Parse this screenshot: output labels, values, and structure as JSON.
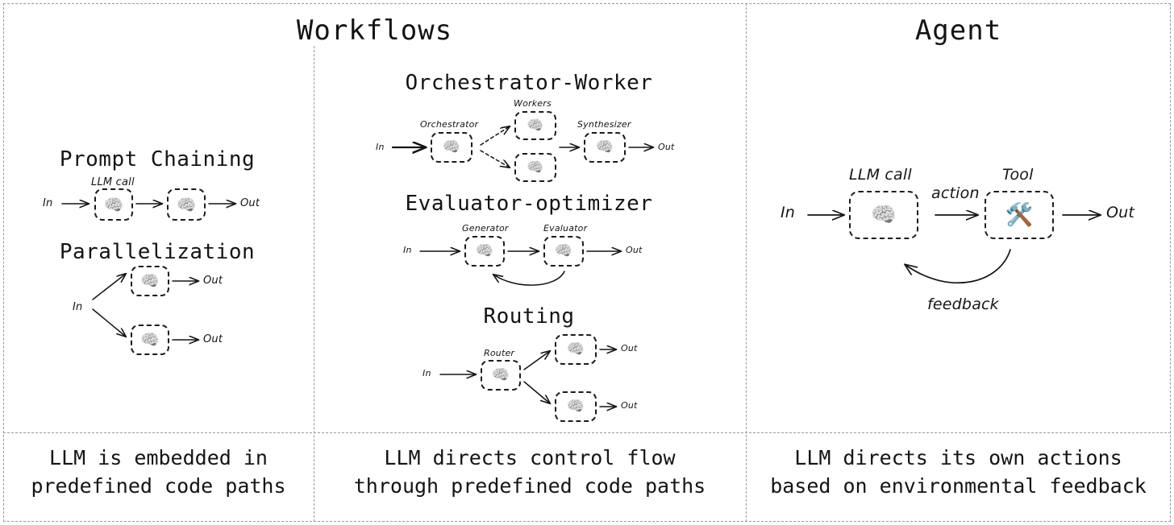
{
  "columns": [
    {
      "title": "Workflows",
      "caption": "LLM is embedded in\npredefined code paths"
    },
    {
      "title": "Workflows",
      "caption": "LLM directs control flow\nthrough predefined code paths"
    },
    {
      "title": "Agent",
      "caption": "LLM directs its own actions\nbased on environmental feedback"
    }
  ],
  "patterns": {
    "prompt_chaining": "Prompt Chaining",
    "parallelization": "Parallelization",
    "orchestrator_worker": "Orchestrator-Worker",
    "evaluator_optimizer": "Evaluator-optimizer",
    "routing": "Routing"
  },
  "labels": {
    "in": "In",
    "out": "Out",
    "llm_call": "LLM call",
    "orchestrator": "Orchestrator",
    "workers": "Workers",
    "synthesizer": "Synthesizer",
    "generator": "Generator",
    "evaluator": "Evaluator",
    "router": "Router",
    "tool": "Tool",
    "action": "action",
    "feedback": "feedback"
  },
  "icons": {
    "brain": "🧠",
    "tool": "🛠️"
  },
  "colors": {
    "ink": "#141414",
    "divider": "#9a9a9a",
    "box_border": "#1b1b1b",
    "background": "#ffffff"
  }
}
